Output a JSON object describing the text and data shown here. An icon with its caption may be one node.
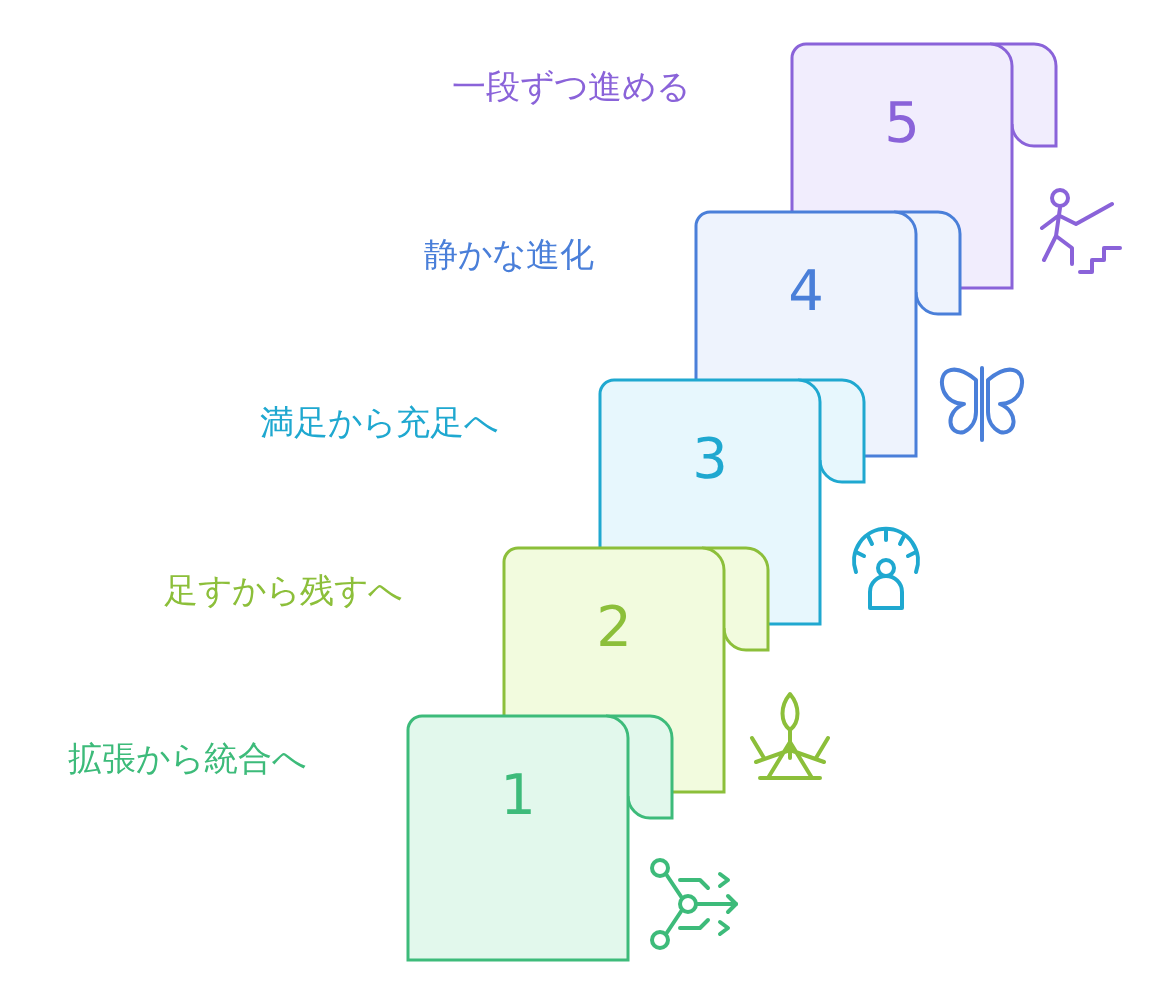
{
  "diagram": {
    "nodes": [
      {
        "text": [
          "5"
        ],
        "beside": [
          "一段ずつ進める"
        ]
      },
      {
        "text": [
          "4"
        ],
        "beside": [
          "静かな進化"
        ]
      },
      {
        "text": [
          "3"
        ],
        "beside": [
          "満足から充足へ"
        ]
      },
      {
        "text": [
          "2"
        ],
        "beside": [
          "足すから残すへ"
        ]
      },
      {
        "text": [
          "1"
        ],
        "beside": [
          "拡張から統合へ"
        ]
      }
    ],
    "edges": []
  }
}
